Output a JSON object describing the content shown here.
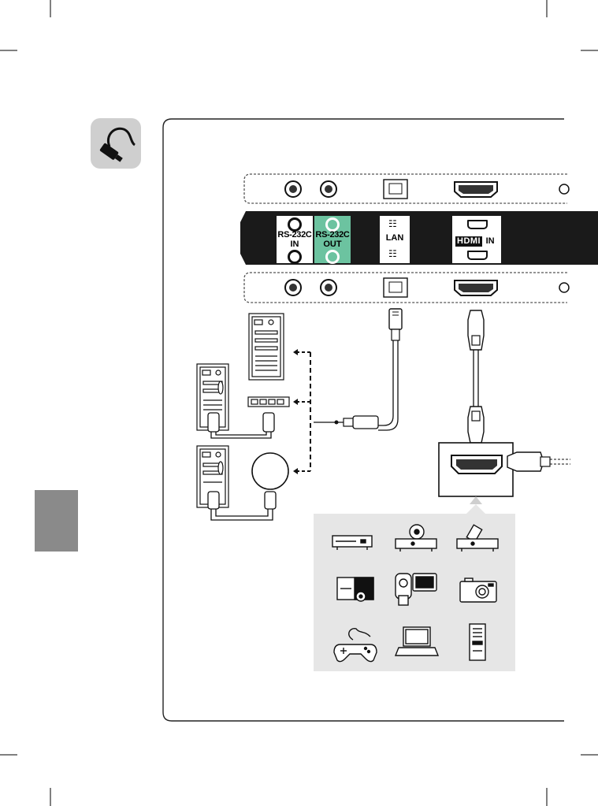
{
  "panel": {
    "rs232c_in_label": "RS-232C",
    "rs232c_in_sub": "IN",
    "rs232c_out_label": "RS-232C",
    "rs232c_out_sub": "OUT",
    "lan_label": "LAN",
    "hdmi_logo": "HDMI",
    "hdmi_suffix": "IN"
  },
  "colors": {
    "panel_bg": "#1a1a1a",
    "rs232c_out_accent": "#6cc3a0",
    "connection_icon_bg": "#cfcfcf",
    "side_tab": "#8a8a8a",
    "devices_box_bg": "#e6e6e6"
  },
  "devices": [
    {
      "icon": "dvd-player-icon"
    },
    {
      "icon": "bluray-player-icon"
    },
    {
      "icon": "set-top-box-icon"
    },
    {
      "icon": "home-theater-icon"
    },
    {
      "icon": "camcorder-icon"
    },
    {
      "icon": "camera-icon"
    },
    {
      "icon": "game-controller-icon"
    },
    {
      "icon": "laptop-icon"
    },
    {
      "icon": "pc-tower-icon"
    }
  ]
}
